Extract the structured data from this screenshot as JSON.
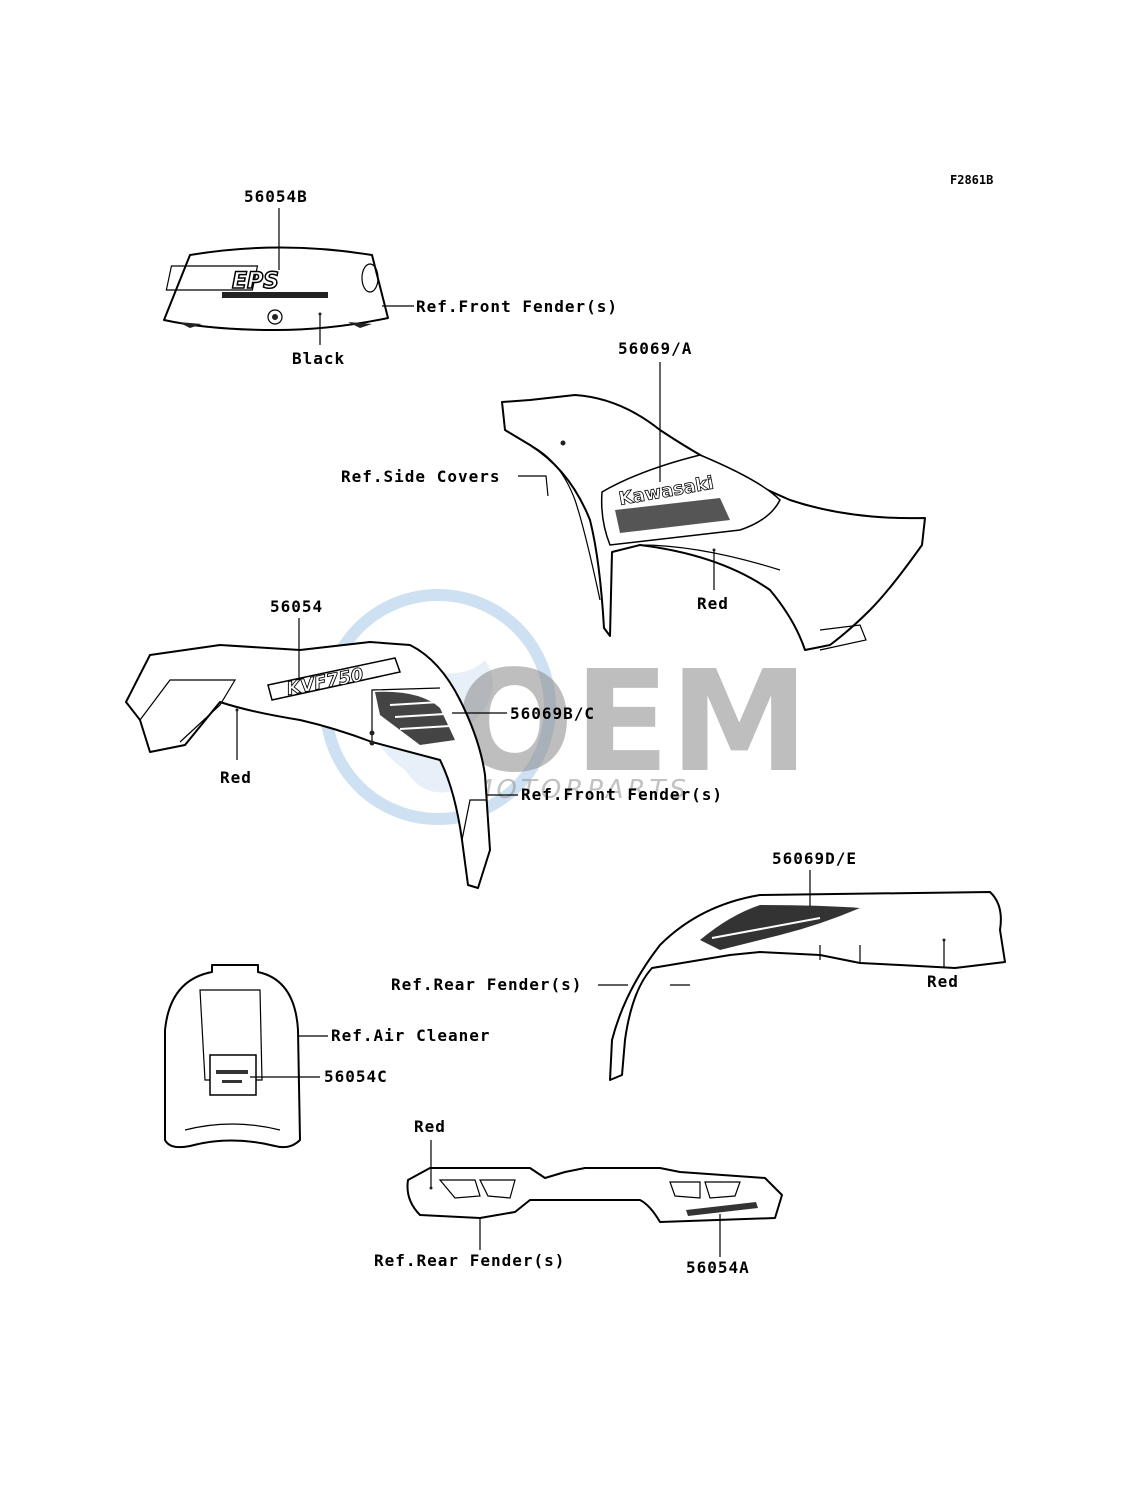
{
  "figure_code": "F2861B",
  "callouts": {
    "eps_decal": "56054B",
    "eps_front_fender_ref": "Ref.Front Fender(s)",
    "eps_color": "Black",
    "side_decal": "56069/A",
    "side_covers_ref": "Ref.Side Covers",
    "side_color": "Red",
    "front_decal": "56054",
    "front_color": "Red",
    "front_stripe": "56069B/C",
    "front_fender_ref": "Ref.Front Fender(s)",
    "rear_decal_de": "56069D/E",
    "rear_fender_ref_1": "Ref.Rear Fender(s)",
    "rear_color_1": "Red",
    "air_cleaner_ref": "Ref.Air Cleaner",
    "air_cleaner_decal": "56054C",
    "rear_color_2": "Red",
    "rear_fender_ref_2": "Ref.Rear Fender(s)",
    "rear_decal_a": "56054A"
  },
  "decal_text": {
    "eps_logo": "EPS",
    "side_logo": "Kawasaki",
    "front_logo": "KVF750"
  },
  "watermark": {
    "main": "OEM",
    "sub": "MOTORPARTS"
  },
  "colors": {
    "watermark_blue": "#b9d4ee",
    "watermark_grey": "#8a8a8a"
  }
}
